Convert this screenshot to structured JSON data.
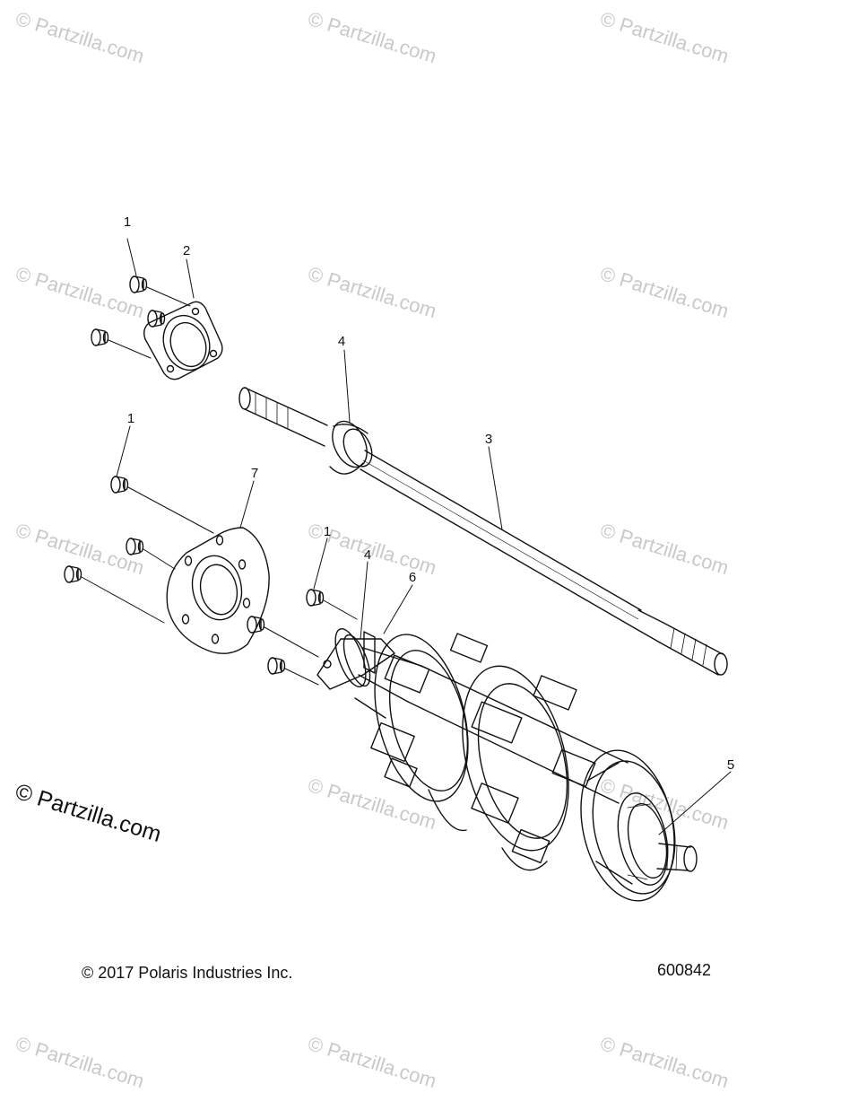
{
  "watermark": "© Partzilla.com",
  "watermark_main": "© Partzilla.com",
  "copyright": "© 2017 Polaris Industries Inc.",
  "diagram_number": "600842",
  "callouts": [
    "1",
    "2",
    "4",
    "3",
    "1",
    "7",
    "1",
    "4",
    "6",
    "5"
  ],
  "colors": {
    "line": "#111111",
    "watermark": "#c9c9c9",
    "background": "#ffffff"
  }
}
